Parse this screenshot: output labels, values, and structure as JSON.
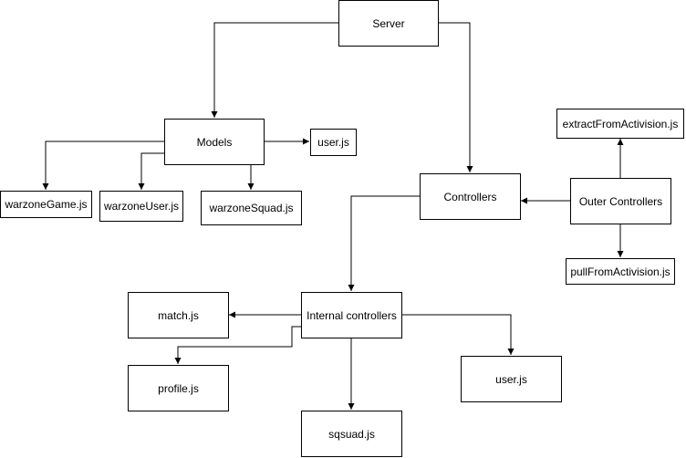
{
  "nodes": {
    "server": "Server",
    "models": "Models",
    "user_js_models": "user.js",
    "warzone_game": "warzoneGame.js",
    "warzone_user": "warzoneUser.js",
    "warzone_squad": "warzoneSquad.js",
    "controllers": "Controllers",
    "outer_controllers": "Outer Controllers",
    "extract_from_activision": "extractFromActivision.js",
    "pull_from_activision": "pullFromActivision.js",
    "internal_controllers": "Internal controllers",
    "match_js": "match.js",
    "profile_js": "profile.js",
    "sqsuad_js": "sqsuad.js",
    "user_js_internal": "user.js"
  },
  "edges": [
    [
      "server",
      "models"
    ],
    [
      "server",
      "controllers"
    ],
    [
      "models",
      "user_js_models"
    ],
    [
      "models",
      "warzone_game"
    ],
    [
      "models",
      "warzone_user"
    ],
    [
      "models",
      "warzone_squad"
    ],
    [
      "outer_controllers",
      "controllers"
    ],
    [
      "outer_controllers",
      "extract_from_activision"
    ],
    [
      "outer_controllers",
      "pull_from_activision"
    ],
    [
      "controllers",
      "internal_controllers"
    ],
    [
      "internal_controllers",
      "match_js"
    ],
    [
      "internal_controllers",
      "profile_js"
    ],
    [
      "internal_controllers",
      "sqsuad_js"
    ],
    [
      "internal_controllers",
      "user_js_internal"
    ]
  ],
  "colors": {
    "stroke": "#000000",
    "fill": "#ffffff",
    "text": "#000000"
  }
}
